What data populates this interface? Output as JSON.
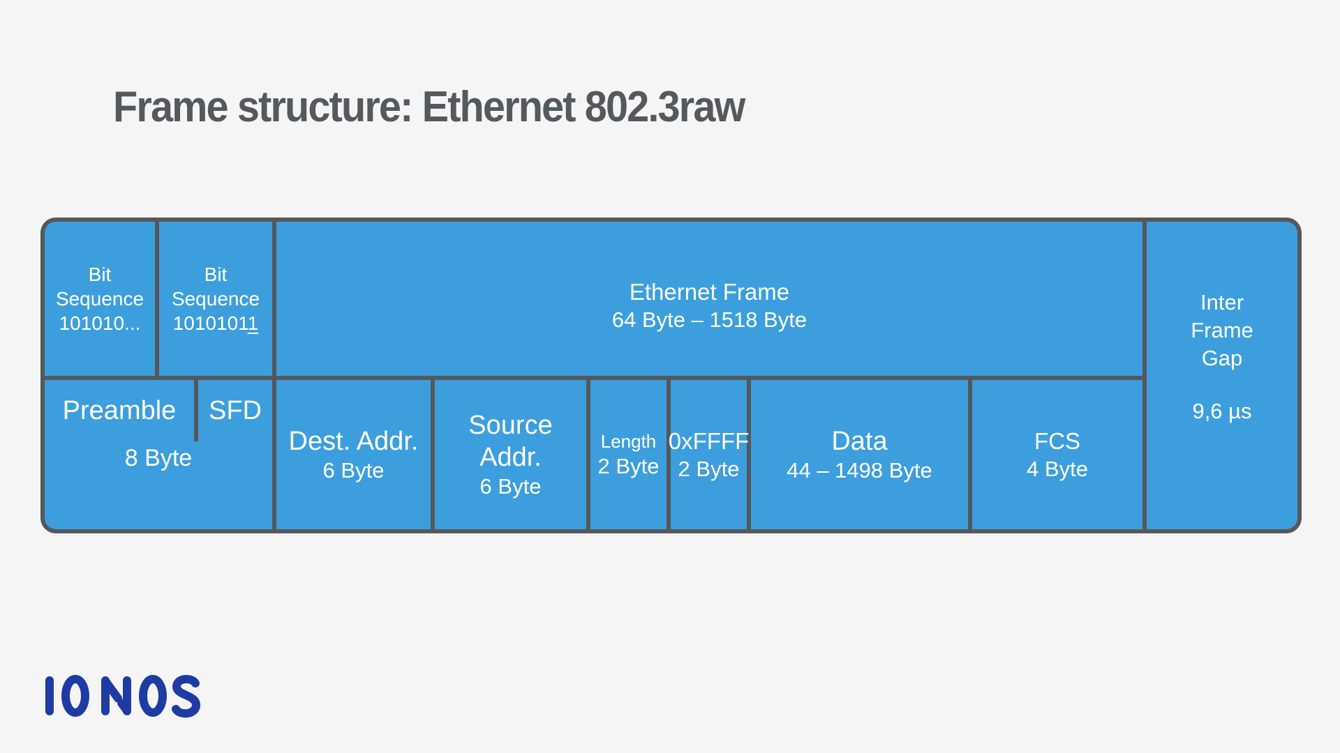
{
  "header": {
    "title": "Frame structure: Ethernet 802.3raw"
  },
  "colors": {
    "background": "#f5f5f6",
    "box_fill": "#3d9edd",
    "box_border": "#54585c",
    "box_text": "#ffffff",
    "title_text": "#54595e",
    "logo_blue": "#1d3ba3"
  },
  "diagram": {
    "top_row": {
      "bit_sequence_1": {
        "line1": "Bit",
        "line2": "Sequence",
        "line3": "101010..."
      },
      "bit_sequence_2": {
        "line1": "Bit",
        "line2": "Sequence",
        "line3_main": "1010101",
        "line3_underlined": "1"
      },
      "ethernet_frame": {
        "label": "Ethernet Frame",
        "size": "64 Byte – 1518 Byte"
      }
    },
    "bottom_row": {
      "preamble": {
        "label": "Preamble",
        "size": "8 Byte"
      },
      "sfd": {
        "label": "SFD"
      },
      "dest_addr": {
        "label": "Dest. Addr.",
        "size": "6 Byte"
      },
      "source_addr": {
        "label": "Source Addr.",
        "size": "6 Byte"
      },
      "length": {
        "label": "Length",
        "size": "2 Byte"
      },
      "type_field": {
        "label": "0xFFFF",
        "size": "2 Byte"
      },
      "data": {
        "label": "Data",
        "size": "44 – 1498 Byte"
      },
      "fcs": {
        "label": "FCS",
        "size": "4 Byte"
      }
    },
    "inter_frame_gap": {
      "line1": "Inter",
      "line2": "Frame",
      "line3": "Gap",
      "value": "9,6 µs"
    }
  },
  "footer": {
    "logo": "IONOS"
  }
}
